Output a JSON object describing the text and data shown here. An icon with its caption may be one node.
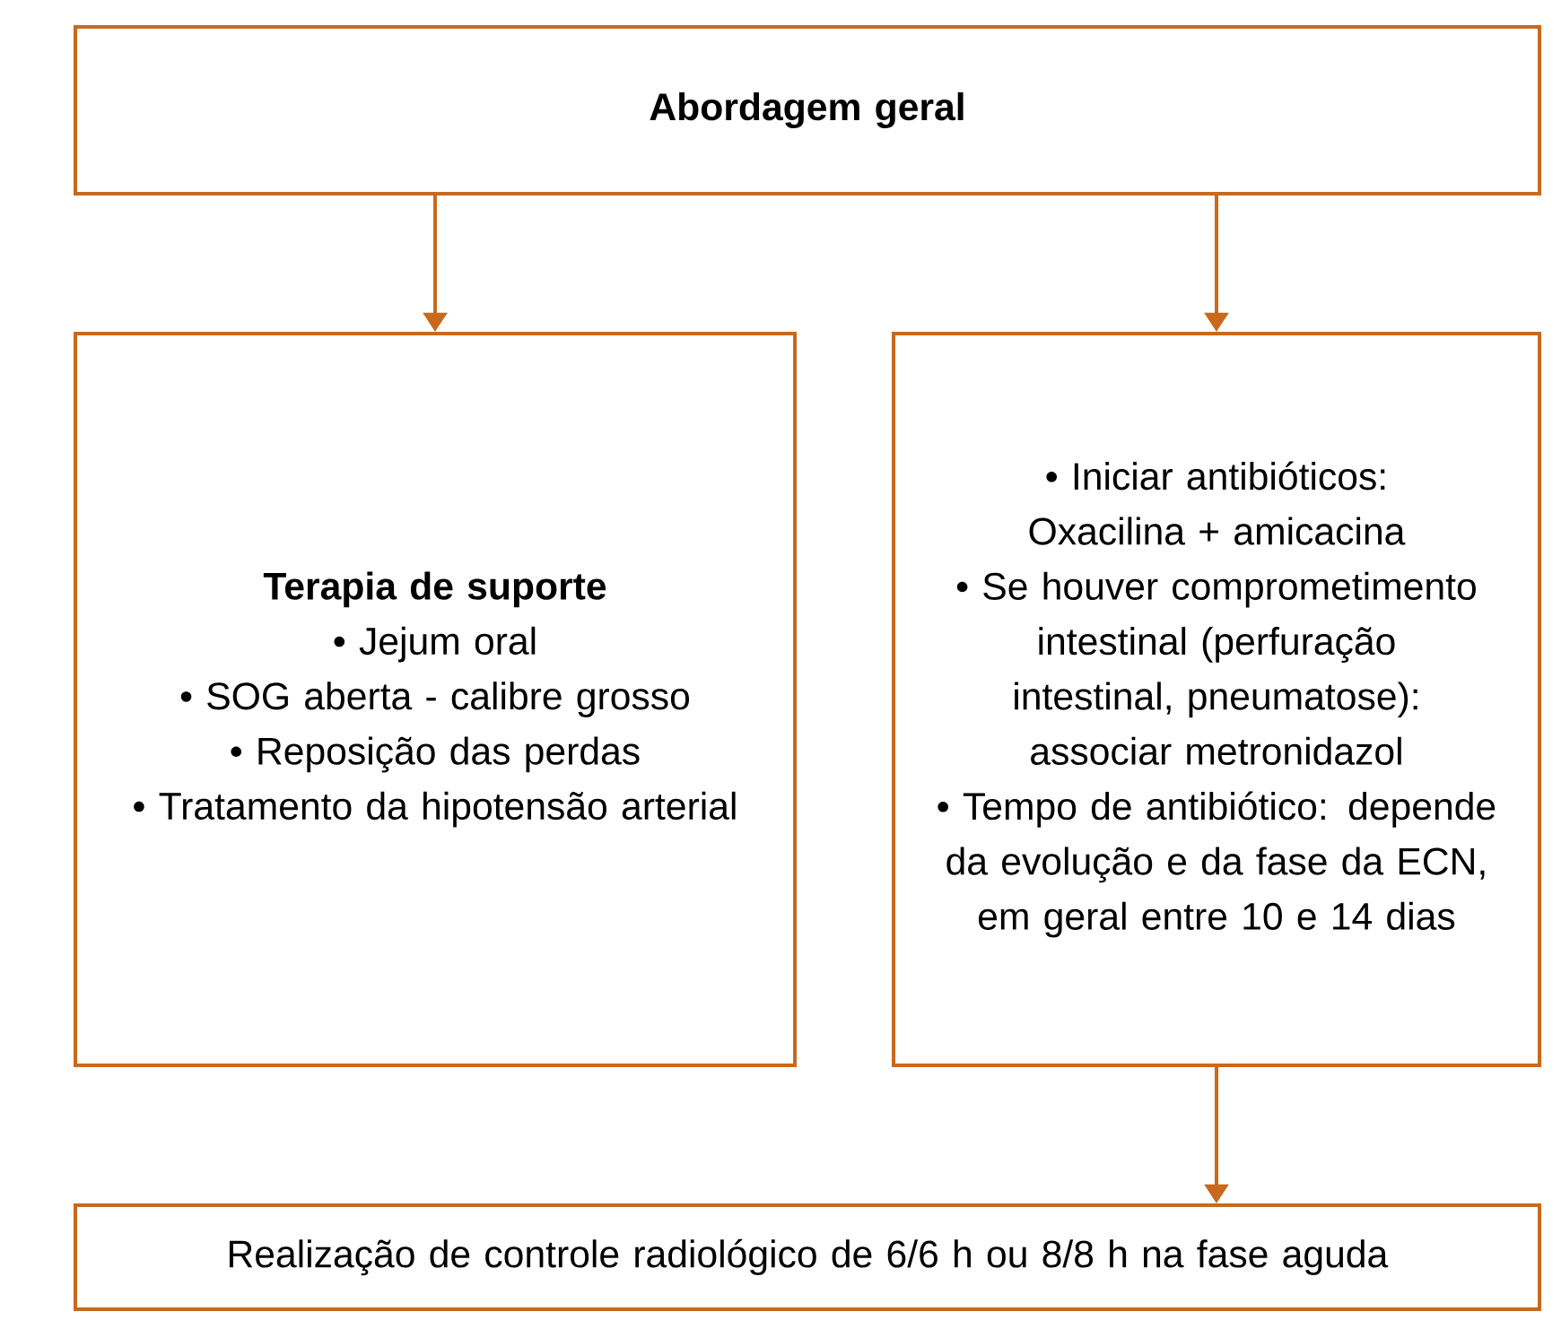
{
  "diagram": {
    "nodes": [
      {
        "text": [
          "Abordagem geral"
        ]
      },
      {
        "text": [
          "Terapia de suporte",
          "• Jejum oral",
          "• SOG aberta - calibre grosso",
          "• Reposição das perdas",
          "• Tratamento da hipotensão arterial"
        ]
      },
      {
        "text": [
          "• Iniciar antibióticos: Oxacilina + amicacina",
          "• Se houver comprometimento intestinal (perfuração intestinal, pneumatose): associar metronidazol",
          "• Tempo de antibiótico: depende da evolução e da fase da ECN, em geral entre 10 e 14 dias"
        ]
      },
      {
        "text": [
          "Realização de controle radiológico de 6/6 h ou 8/8 h na fase aguda"
        ]
      }
    ],
    "edges": [
      {
        "from": 0,
        "to": 1,
        "arrow": "to"
      },
      {
        "from": 0,
        "to": 2,
        "arrow": "to"
      },
      {
        "from": 2,
        "to": 3,
        "arrow": "to"
      }
    ]
  }
}
